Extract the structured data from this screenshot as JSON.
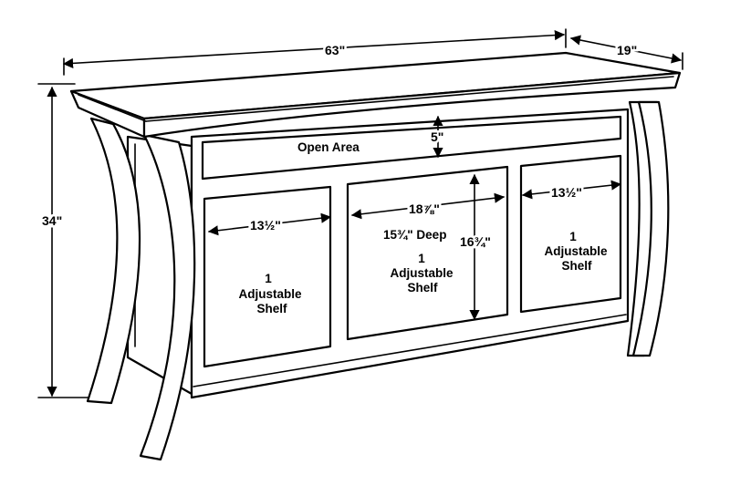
{
  "dimensions": {
    "width": "63\"",
    "depth": "19\"",
    "height": "34\"",
    "open_area_height": "5\"",
    "left_shelf_width": "13½\"",
    "center_shelf_width": "18⅞\"",
    "center_depth": "15¾\" Deep",
    "center_height": "16¾\"",
    "right_shelf_width": "13½\""
  },
  "labels": {
    "open_area": "Open Area",
    "shelf_count": "1",
    "shelf_word1": "Adjustable",
    "shelf_word2": "Shelf"
  }
}
